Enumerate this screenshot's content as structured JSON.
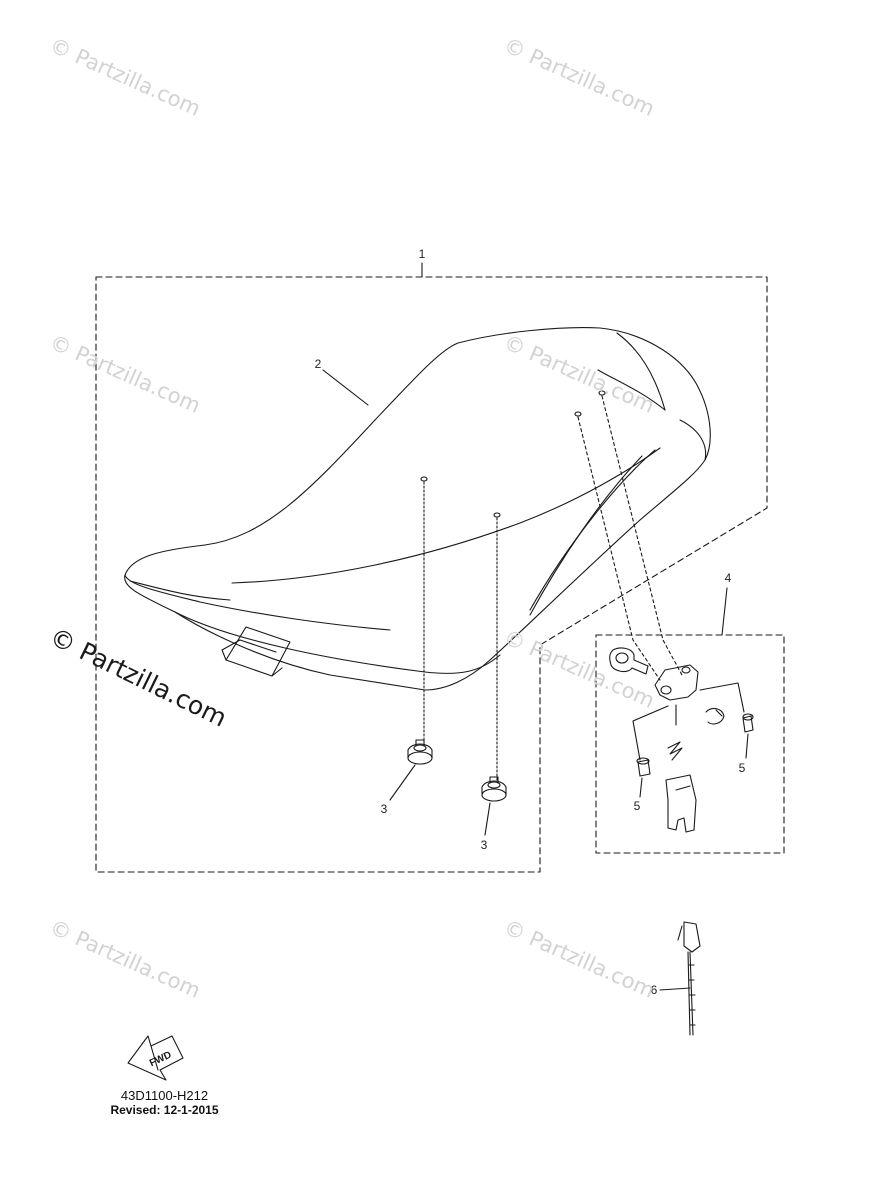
{
  "watermark": "© Partzilla.com",
  "callouts": {
    "seat_assy": "1",
    "seat": "2",
    "damper_a": "3",
    "damper_b": "3",
    "lock_assy": "4",
    "bolt_a": "5",
    "bolt_b": "5",
    "band": "6"
  },
  "fwd_label": "FWD",
  "diagram_code": "43D1100-H212",
  "revised": "Revised: 12-1-2015"
}
